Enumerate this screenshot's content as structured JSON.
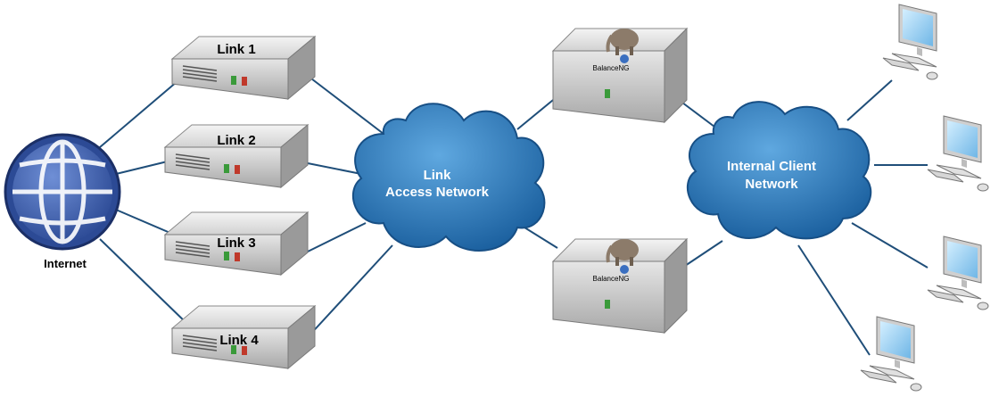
{
  "internet": {
    "label": "Internet"
  },
  "routers": [
    {
      "label": "Link 1"
    },
    {
      "label": "Link 2"
    },
    {
      "label": "Link 3"
    },
    {
      "label": "Link 4"
    }
  ],
  "clouds": {
    "link_access": {
      "line1": "Link",
      "line2": "Access Network"
    },
    "internal": {
      "line1": "Internal Client",
      "line2": "Network"
    }
  },
  "balancers": [
    {
      "label": "BalanceNG"
    },
    {
      "label": "BalanceNG"
    }
  ],
  "clients": [
    "workstation",
    "workstation",
    "workstation",
    "workstation"
  ],
  "colors": {
    "line": "#1f4e79",
    "cloud_fill": "#2b7bbf",
    "cloud_text": "#ffffff",
    "box_fill": "#d9d9d9",
    "globe": "#3a5aa8",
    "led_green": "#3a9a3a",
    "led_red": "#c0392b",
    "screen": "#a7d6f3"
  }
}
